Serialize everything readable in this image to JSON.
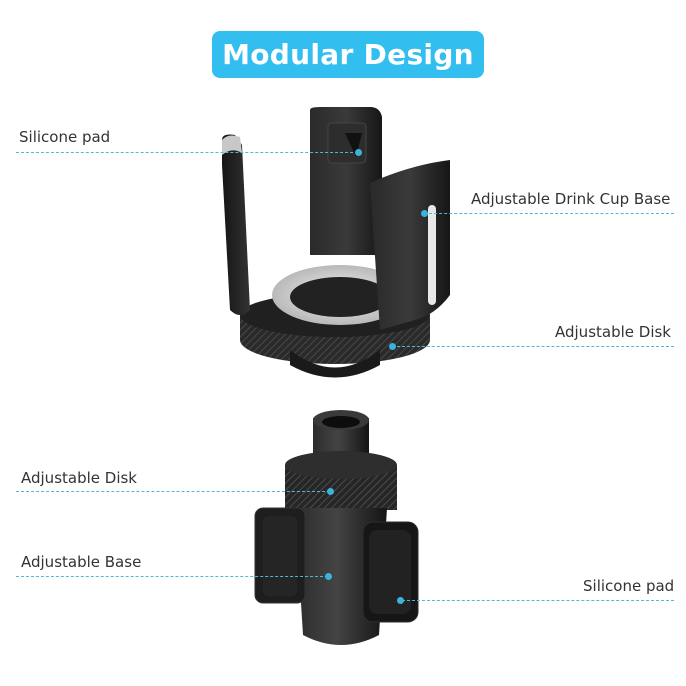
{
  "title": "Modular Design",
  "colors": {
    "accent": "#32bff0",
    "leader": "#4fb8d8",
    "text": "#333333",
    "product": "#1c1c1c"
  },
  "callouts": {
    "top": [
      {
        "label": "Silicone pad",
        "side": "left"
      },
      {
        "label": "Adjustable Drink Cup Base",
        "side": "right"
      },
      {
        "label": "Adjustable Disk",
        "side": "right"
      }
    ],
    "bottom": [
      {
        "label": "Adjustable Disk",
        "side": "left"
      },
      {
        "label": "Adjustable Base",
        "side": "left"
      },
      {
        "label": "Silicone pad",
        "side": "right"
      }
    ]
  },
  "images": {
    "top_product": "cup-holder-top-module",
    "bottom_product": "cup-holder-base-module"
  }
}
